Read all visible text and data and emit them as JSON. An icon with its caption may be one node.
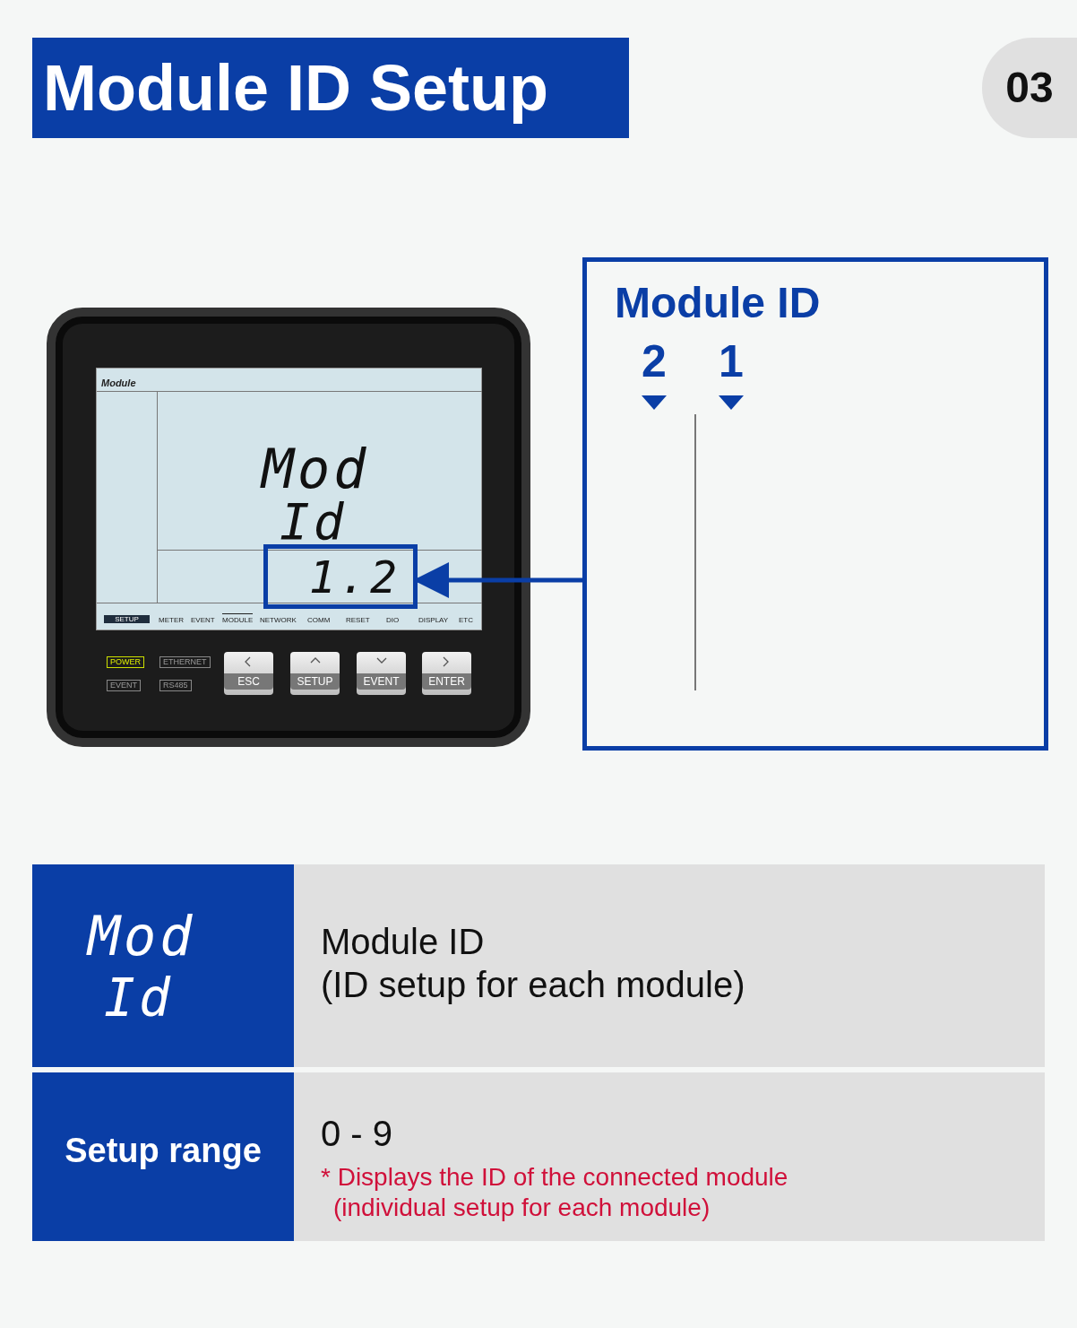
{
  "diagram": {
    "title": "Module ID Setup",
    "nodes": [
      {
        "text": [
          "1.2"
        ]
      },
      {
        "text": [
          "Module ID",
          "2",
          "1"
        ]
      }
    ],
    "edges": [
      {
        "from": 1,
        "to": 0,
        "arrow": "to"
      }
    ],
    "labels": [
      "03",
      "Module",
      "Mod",
      "Id",
      "SETUP",
      "METER",
      "EVENT",
      "MODULE",
      "NETWORK",
      "COMM",
      "RESET",
      "DIO",
      "DISPLAY",
      "ETC",
      "POWER",
      "ETHERNET",
      "EVENT",
      "RS485",
      "ESC",
      "SETUP",
      "EVENT",
      "ENTER",
      "Mod",
      "Id",
      "Module ID",
      "(ID setup for each module)",
      "Setup range",
      "0 - 9",
      "* Displays the ID of the connected module (individual setup for each module)"
    ]
  }
}
